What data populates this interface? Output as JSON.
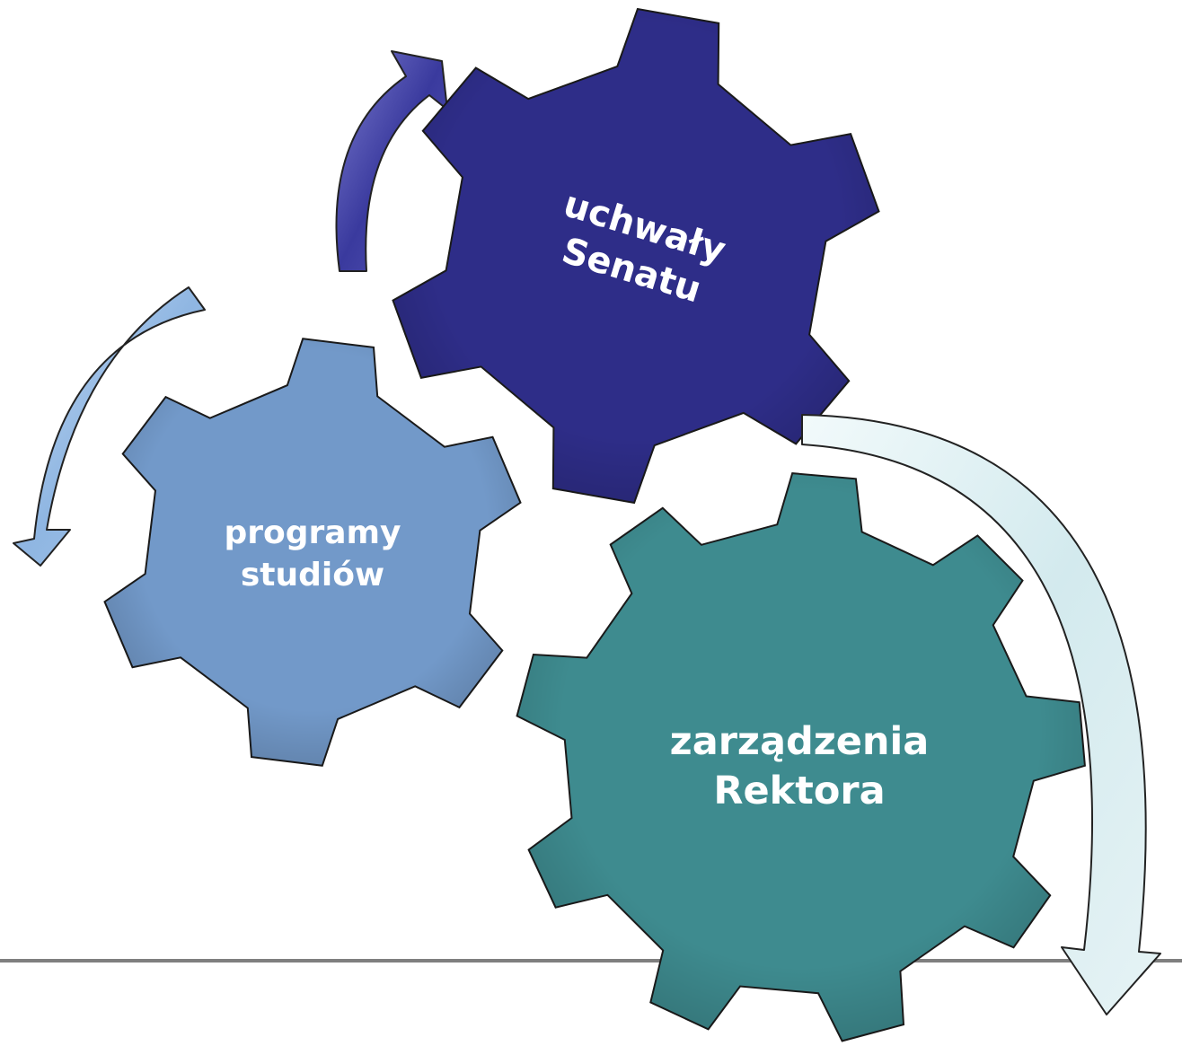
{
  "diagram": {
    "gears": [
      {
        "id": "senat",
        "lines": [
          "uchwały",
          "Senatu"
        ],
        "color": "#2e2d88"
      },
      {
        "id": "programy",
        "lines": [
          "programy",
          "studiów"
        ],
        "color": "#7299c9"
      },
      {
        "id": "rektor",
        "lines": [
          "zarządzenia",
          "Rektora"
        ],
        "color": "#3e8b8f"
      }
    ],
    "arrows": {
      "dark": "#3a3a9e",
      "light_blue": "#8fb6e2",
      "pale": "#cfe7ec"
    },
    "rule_color": "#7f7f7f"
  }
}
